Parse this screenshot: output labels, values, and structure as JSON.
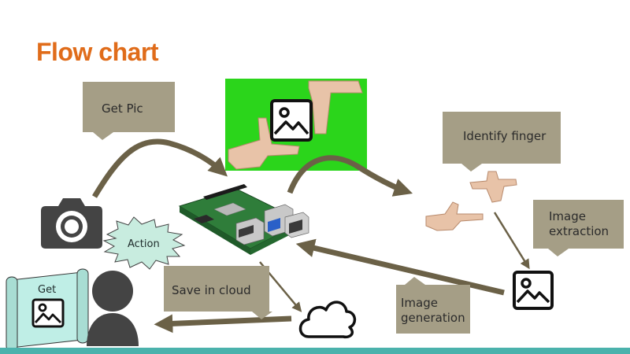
{
  "title": "Flow chart",
  "callouts": {
    "get_pic": "Get Pic",
    "identify_finger": "Identify finger",
    "image_extraction": [
      "Image",
      "extraction"
    ],
    "save_in_cloud": "Save in cloud",
    "image_generation": [
      "Image",
      "generation"
    ]
  },
  "action_burst": "Action",
  "scroll_label": "Get",
  "colors": {
    "title": "#e06c1a",
    "callout": "#a59e86",
    "arrow": "#6b6147",
    "green_screen": "#2bd51b",
    "burst": "#c8ecdf",
    "scroll": "#bfeee6",
    "bottom_bar": "#4bb2ac",
    "icon_dark": "#444444"
  },
  "icons": [
    "camera-icon",
    "raspberry-pi-board",
    "cloud-icon",
    "user-icon",
    "image-icon",
    "scroll-icon"
  ]
}
